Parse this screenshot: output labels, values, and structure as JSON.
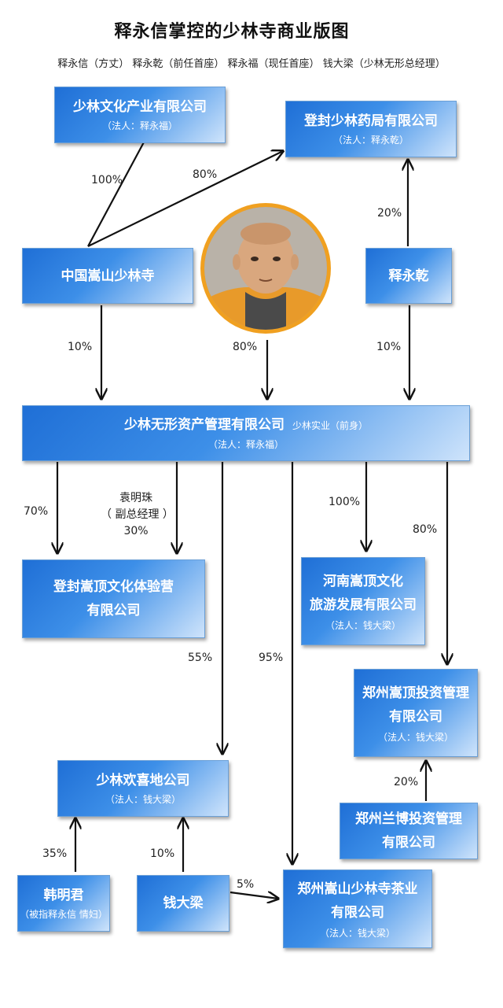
{
  "header": {
    "title": "释永信掌控的少林寺商业版图",
    "subtitle": "释永信（方丈）  释永乾（前任首座）  释永福（现任首座）  钱大梁（少林无形总经理）"
  },
  "nodes": {
    "shaolin_culture": {
      "name": "少林文化产业有限公司",
      "rep": "（法人：释永福）"
    },
    "dengfeng_pharmacy": {
      "name": "登封少林药局有限公司",
      "rep": "（法人：释永乾）"
    },
    "songshan_temple": {
      "name": "中国嵩山少林寺"
    },
    "shi_yongqian": {
      "name": "释永乾"
    },
    "wuxing": {
      "name": "少林无形资产管理有限公司",
      "aside": "少林实业（前身）",
      "rep": "（法人：释永福）"
    },
    "dengfeng_camp": {
      "name_line1": "登封嵩顶文化体验营",
      "name_line2": "有限公司"
    },
    "henan_songding": {
      "name_line1": "河南嵩顶文化",
      "name_line2": "旅游发展有限公司",
      "rep": "（法人：钱大梁）"
    },
    "zhengzhou_songding": {
      "name_line1": "郑州嵩顶投资管理",
      "name_line2": "有限公司",
      "rep": "（法人：钱大梁）"
    },
    "huanxidi": {
      "name": "少林欢喜地公司",
      "rep": "（法人：钱大梁）"
    },
    "zhengzhou_lanbo": {
      "name_line1": "郑州兰博投资管理",
      "name_line2": "有限公司"
    },
    "han_mingjun": {
      "name": "韩明君",
      "note": "（被指释永信 情妇）"
    },
    "qian_daliang": {
      "name": "钱大梁"
    },
    "tea": {
      "name_line1": "郑州嵩山少林寺茶业",
      "name_line2": "有限公司",
      "rep": "（法人：钱大梁）"
    }
  },
  "percentages": {
    "p_culture": "100%",
    "p_pharmacy_temple": "80%",
    "p_pharmacy_qian": "20%",
    "p_wuxing_temple": "10%",
    "p_wuxing_center": "80%",
    "p_wuxing_qian": "10%",
    "p_camp_70": "70%",
    "p_camp_30": "30%",
    "p_henan": "100%",
    "p_zhengzhou_songding": "80%",
    "p_huanxidi": "55%",
    "p_tea": "95%",
    "p_lanbo": "20%",
    "p_han": "35%",
    "p_qian_huanxidi": "10%",
    "p_qian_tea": "5%"
  },
  "notes": {
    "yuan_name": "袁明珠",
    "yuan_role": "（ 副总经理 ）"
  },
  "photo": {
    "description_icon": "portrait-photo"
  },
  "colors": {
    "box": "#2a7ee0",
    "photo_ring": "#f0a020"
  }
}
